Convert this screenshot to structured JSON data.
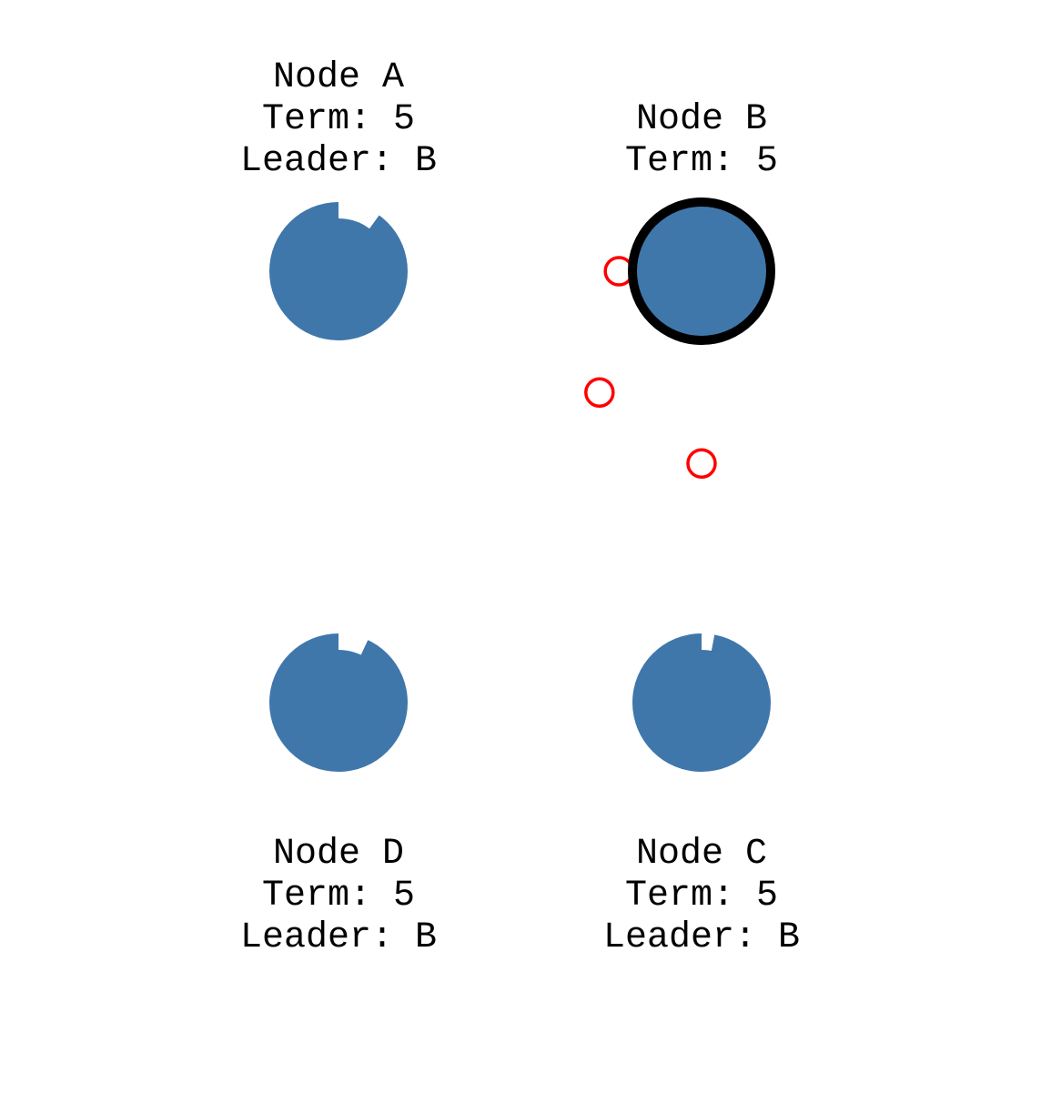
{
  "nodes": [
    {
      "id": "A",
      "name": "Node A",
      "term": "Term: 5",
      "leader": "Leader: B",
      "state": "follower",
      "timeout_elapsed": 0.1
    },
    {
      "id": "B",
      "name": "Node B",
      "term": "Term: 5",
      "leader": "",
      "state": "leader",
      "timeout_elapsed": 0
    },
    {
      "id": "D",
      "name": "Node D",
      "term": "Term: 5",
      "leader": "Leader: B",
      "state": "follower",
      "timeout_elapsed": 0.07
    },
    {
      "id": "C",
      "name": "Node C",
      "term": "Term: 5",
      "leader": "Leader: B",
      "state": "follower",
      "timeout_elapsed": 0.03
    }
  ],
  "messages": [
    {
      "from": "B",
      "to": "A",
      "progress": 0.06
    },
    {
      "from": "B",
      "to": "D",
      "progress": 0.21
    },
    {
      "from": "B",
      "to": "C",
      "progress": 0.42
    }
  ],
  "colors": {
    "node": "#3f77ab",
    "leader_ring": "#000000",
    "message": "#ff0000",
    "background": "#ffffff"
  }
}
